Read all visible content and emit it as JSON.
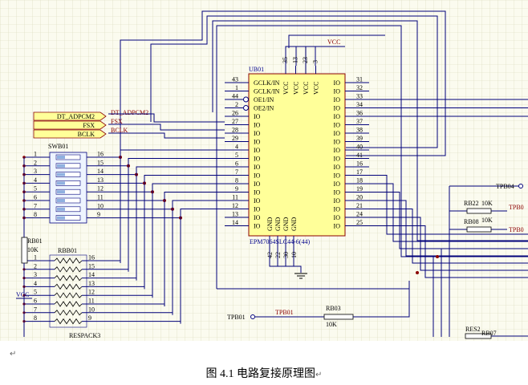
{
  "chip": {
    "ref": "UB01",
    "part": "EPM7064SLC44-6(44)",
    "left_pins": [
      {
        "num": "43",
        "name": "GCLK/IN"
      },
      {
        "num": "1",
        "name": "GCLK/IN"
      },
      {
        "num": "44",
        "name": "OE1/IN"
      },
      {
        "num": "2",
        "name": "OE2/IN"
      },
      {
        "num": "26",
        "name": "IO"
      },
      {
        "num": "27",
        "name": "IO"
      },
      {
        "num": "28",
        "name": "IO"
      },
      {
        "num": "29",
        "name": "IO"
      },
      {
        "num": "4",
        "name": "IO"
      },
      {
        "num": "5",
        "name": "IO"
      },
      {
        "num": "6",
        "name": "IO"
      },
      {
        "num": "7",
        "name": "IO"
      },
      {
        "num": "8",
        "name": "IO"
      },
      {
        "num": "9",
        "name": "IO"
      },
      {
        "num": "11",
        "name": "IO"
      },
      {
        "num": "12",
        "name": "IO"
      },
      {
        "num": "13",
        "name": "IO"
      },
      {
        "num": "14",
        "name": "IO"
      }
    ],
    "right_pins": [
      "31",
      "32",
      "33",
      "34",
      "36",
      "37",
      "38",
      "39",
      "40",
      "41",
      "16",
      "17",
      "18",
      "19",
      "20",
      "21",
      "24",
      "25"
    ],
    "right_name": "IO",
    "top_pins": [
      "35",
      "13",
      "23",
      "3"
    ],
    "top_name": "VCC",
    "bottom_pins": [
      "42",
      "22",
      "30",
      "10"
    ],
    "bottom_name": "GND",
    "vcc_label": "VCC"
  },
  "signals": {
    "ports": [
      "DT_ADPCM2",
      "FSX",
      "BCLK"
    ],
    "net_labels": [
      "DT_ADPCM2",
      "FSX",
      "BCLK"
    ]
  },
  "switch": {
    "ref": "SWB01",
    "left_nums": [
      "1",
      "2",
      "3",
      "4",
      "5",
      "6",
      "7",
      "8"
    ],
    "right_nums": [
      "16",
      "15",
      "14",
      "13",
      "12",
      "11",
      "10",
      "9"
    ]
  },
  "respack": {
    "ref": "RBB01",
    "name": "RESPACK3",
    "left_nums": [
      "1",
      "2",
      "3",
      "4",
      "5",
      "6",
      "7",
      "8"
    ],
    "right_nums": [
      "16",
      "15",
      "14",
      "13",
      "12",
      "11",
      "10",
      "9"
    ]
  },
  "rb01": {
    "ref": "RB01",
    "value": "10K"
  },
  "vcc_left": "VCC",
  "tpb01": {
    "ref": "TPB01",
    "net": "TPB01"
  },
  "rb03": {
    "ref": "RB03",
    "value": "10K"
  },
  "tpb04": "TPB04",
  "rb22": {
    "ref": "RB22",
    "value": "10K",
    "net": "TPB0"
  },
  "rb08": {
    "ref": "RB08",
    "value": "10K",
    "net": "TPB0"
  },
  "res2": {
    "ref": "RES2",
    "ref2": "RB07"
  },
  "caption": "图 4.1 电路复接原理图"
}
